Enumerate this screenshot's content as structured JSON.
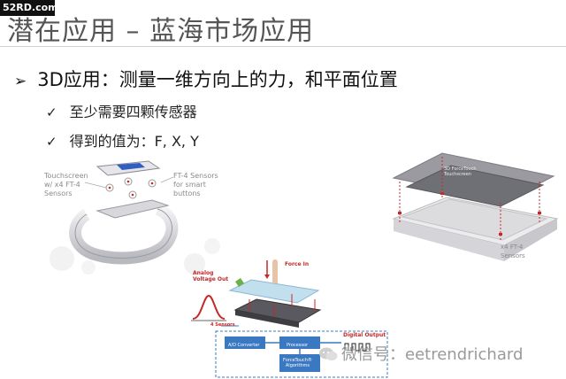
{
  "watermark": "52RD.com",
  "title": "潜在应用 – 蓝海市场应用",
  "bullet_main": "3D应用：测量一维方向上的力，和平面位置",
  "sub_bullets": [
    "至少需要四颗传感器",
    "得到的值为：F, X, Y"
  ],
  "band_figure": {
    "label_left": "Touchscreen\nw/ x4 FT-4\nSensors",
    "label_right": "FT-4 Sensors\nfor smart\nbuttons"
  },
  "phone_figure": {
    "label_layer": "3D ForceTouch\nTouchscreen",
    "label_sensors": "x4 FT-4\nSensors"
  },
  "diagram": {
    "analog_label": "Analog\nVoltage Out",
    "force_label": "Force In",
    "sensors_label": "4 Sensors",
    "digital_label": "Digital Output",
    "blocks": [
      "A/D Converter",
      "Processor",
      "ForceTouch®\nAlgorithms"
    ]
  },
  "footer": "微信号：eetrendrichard",
  "colors": {
    "accent_red": "#c62828",
    "diagram_blue": "#3a78c2"
  }
}
